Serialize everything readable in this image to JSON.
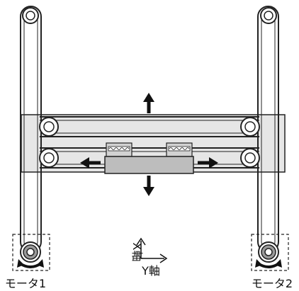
{
  "labels": {
    "motor1": "モータ1",
    "motor2": "モータ2",
    "x_axis": "X軸",
    "y_axis": "Y軸"
  },
  "colors": {
    "stroke": "#222222",
    "gantry_fill": "#e6e6e6",
    "carriage_fill": "#bdbdbd",
    "clamp_fill": "#d2d2d2",
    "motor_dash": "#222222"
  }
}
